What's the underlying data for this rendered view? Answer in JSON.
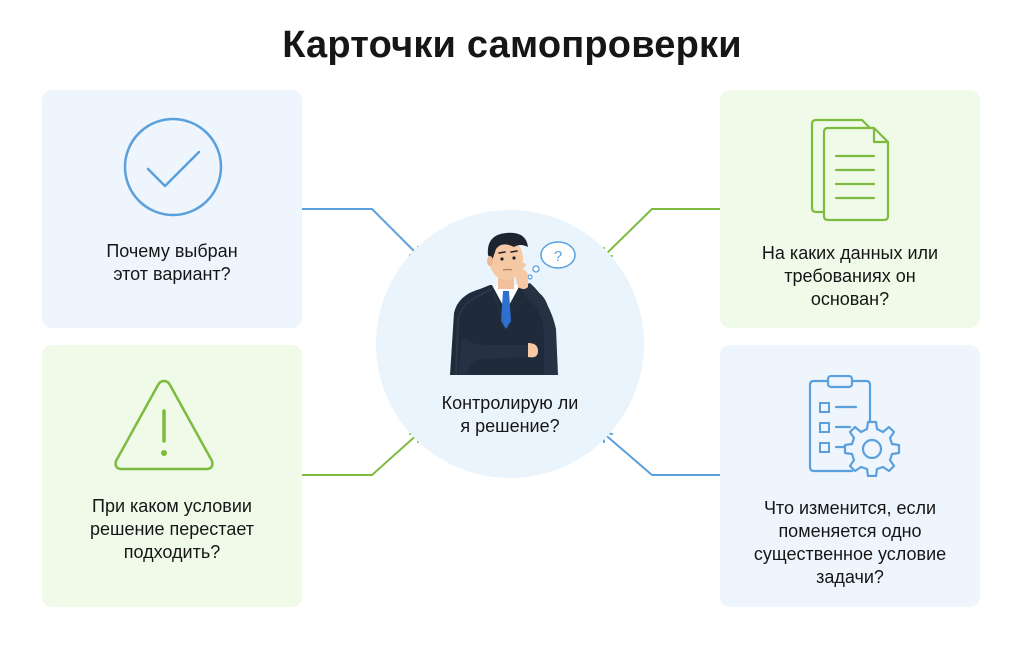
{
  "title": "Карточки самопроверки",
  "center": {
    "question_lines": [
      "Контролирую ли",
      "я решение?"
    ],
    "thought_bubble": "?"
  },
  "cards": [
    {
      "lines": [
        "Почему выбран",
        "этот вариант?"
      ],
      "icon": "checkmark-circle-icon",
      "color": "#5aa0dc"
    },
    {
      "lines": [
        "При каком условии",
        "решение перестает",
        "подходить?"
      ],
      "icon": "warning-triangle-icon",
      "color": "#7dbb3f"
    },
    {
      "lines": [
        "На каких данных или",
        "требованиях он",
        "основан?"
      ],
      "icon": "documents-icon",
      "color": "#7dbb3f"
    },
    {
      "lines": [
        "Что изменится, если",
        "поменяется одно",
        "существенное условие",
        "задачи?"
      ],
      "icon": "clipboard-gear-icon",
      "color": "#5aa0dc"
    }
  ],
  "colors": {
    "blue_accent": "#5aa0dc",
    "green_accent": "#7dbb3f",
    "blue_card": "#eef5fd",
    "green_card": "#effbe8",
    "center_circle": "#eaf4fd"
  }
}
